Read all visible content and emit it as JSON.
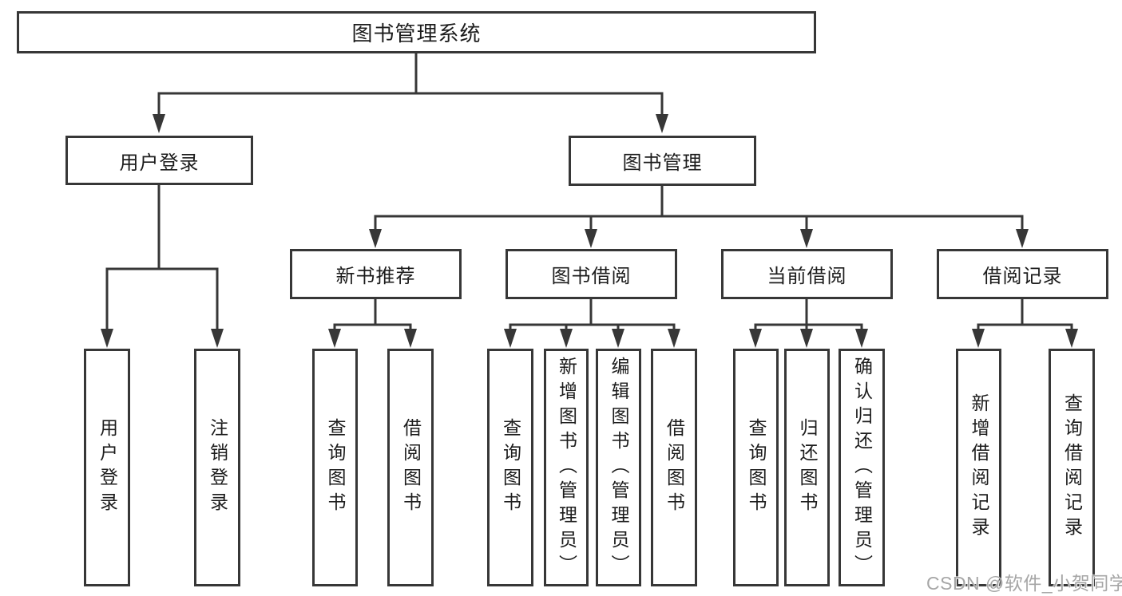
{
  "tree": {
    "label": "图书管理系统",
    "children": [
      {
        "label": "用户登录",
        "children": [
          {
            "label": "用户登录"
          },
          {
            "label": "注销登录"
          }
        ]
      },
      {
        "label": "图书管理",
        "children": [
          {
            "label": "新书推荐",
            "children": [
              {
                "label": "查询图书"
              },
              {
                "label": "借阅图书"
              }
            ]
          },
          {
            "label": "图书借阅",
            "children": [
              {
                "label": "查询图书"
              },
              {
                "label": "新增图书（管理员）"
              },
              {
                "label": "编辑图书（管理员）"
              },
              {
                "label": "借阅图书"
              }
            ]
          },
          {
            "label": "当前借阅",
            "children": [
              {
                "label": "查询图书"
              },
              {
                "label": "归还图书"
              },
              {
                "label": "确认归还（管理员）"
              }
            ]
          },
          {
            "label": "借阅记录",
            "children": [
              {
                "label": "新增借阅记录"
              },
              {
                "label": "查询借阅记录"
              }
            ]
          }
        ]
      }
    ]
  },
  "colors": {
    "line": "#373737",
    "text": "#1c1c1c",
    "watermark": "#a6a6a6",
    "background": "#ffffff"
  },
  "watermark": {
    "text": "CSDN @软件_小贺同学"
  }
}
